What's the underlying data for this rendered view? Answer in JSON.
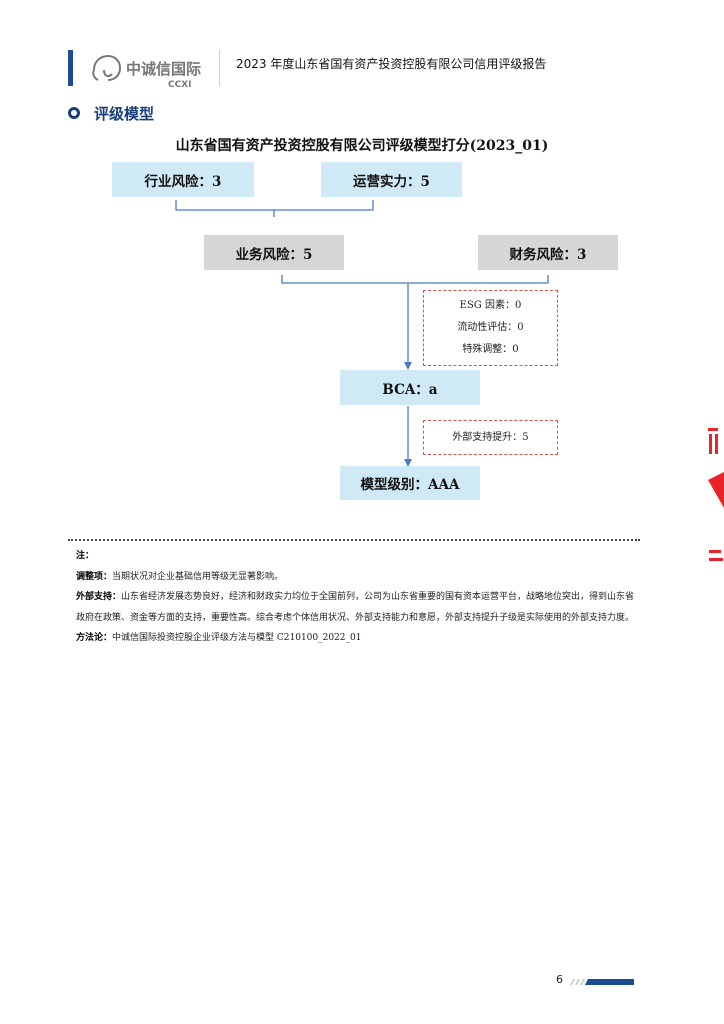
{
  "header": {
    "logo_text": "中诚信国际",
    "logo_sub": "CCXI",
    "title": "2023 年度山东省国有资产投资控股有限公司信用评级报告"
  },
  "section": {
    "title": "评级模型"
  },
  "diagram": {
    "title": "山东省国有资产投资控股有限公司评级模型打分(2023_01)",
    "industry_risk": "行业风险：3",
    "operation": "运营实力：5",
    "business_risk": "业务风险：5",
    "financial_risk": "财务风险：3",
    "adjustments": [
      "ESG 因素：0",
      "流动性评估：0",
      "特殊调整：0"
    ],
    "bca": "BCA：a",
    "external_support": "外部支持提升：5",
    "model_grade": "模型级别：AAA",
    "colors": {
      "blue_box": "#cfe9f6",
      "gray_box": "#d6d6d6",
      "dashed": "#d9534f",
      "line": "#4a7bbf"
    }
  },
  "notes": {
    "heading": "注：",
    "items": [
      {
        "label": "调整项：",
        "text": "当期状况对企业基础信用等级无显著影响。"
      },
      {
        "label": "外部支持：",
        "text": "山东省经济发展态势良好，经济和财政实力均位于全国前列，公司为山东省重要的国有资本运营平台，战略地位突出，得到山东省政府在政策、资金等方面的支持，重要性高。综合考虑个体信用状况、外部支持能力和意愿，外部支持提升子级是实际使用的外部支持力度。"
      },
      {
        "label": "方法论：",
        "text": "中诚信国际投资控股企业评级方法与模型 C210100_2022_01"
      }
    ]
  },
  "footer": {
    "page": "6"
  }
}
